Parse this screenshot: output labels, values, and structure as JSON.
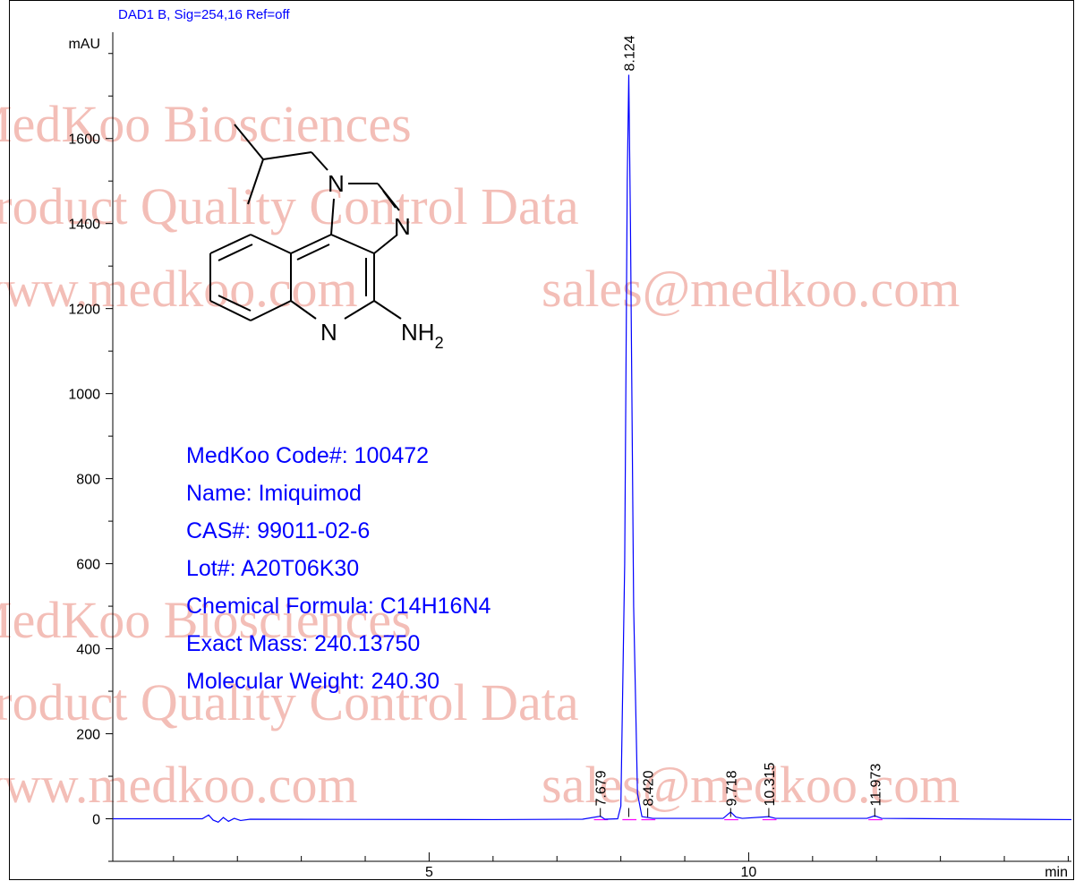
{
  "signal_label": "DAD1 B, Sig=254,16 Ref=off",
  "watermark": [
    "MedKoo Biosciences",
    "Product Quality Control Data",
    "www.medkoo.com",
    "sales@medkoo.com"
  ],
  "info_lines": [
    "MedKoo Code#: 100472",
    "Name: Imiquimod",
    "CAS#: 99011-02-6",
    "Lot#: A20T06K30",
    "Chemical Formula: C14H16N4",
    "Exact Mass: 240.13750",
    "Molecular Weight: 240.30"
  ],
  "structure_atoms": {
    "n1": "N",
    "n3": "N",
    "n5": "N",
    "nh2_base": "NH",
    "nh2_sub": "2"
  },
  "colors": {
    "trace": "#0000ff",
    "baseline": "#ff00ff",
    "axis": "#000000",
    "watermark": "#f0a9a0"
  },
  "chart_data": {
    "type": "line",
    "title": "",
    "xlabel": "min",
    "ylabel": "mAU",
    "xlim": [
      0.05,
      15.05
    ],
    "ylim": [
      -100,
      1850
    ],
    "x_ticks": [
      5,
      10
    ],
    "y_ticks": [
      0,
      200,
      400,
      600,
      800,
      1000,
      1200,
      1400,
      1600
    ],
    "series": [
      {
        "points": [
          [
            0.05,
            0
          ],
          [
            1.45,
            0
          ],
          [
            1.55,
            9
          ],
          [
            1.62,
            -3
          ],
          [
            1.7,
            -8
          ],
          [
            1.78,
            3
          ],
          [
            1.86,
            -6
          ],
          [
            1.95,
            1
          ],
          [
            2.05,
            -4
          ],
          [
            2.2,
            -1
          ],
          [
            6.0,
            -2
          ],
          [
            7.4,
            -1
          ],
          [
            7.68,
            6
          ],
          [
            7.75,
            -1
          ],
          [
            7.95,
            0
          ],
          [
            8.0,
            30
          ],
          [
            8.06,
            600
          ],
          [
            8.1,
            1500
          ],
          [
            8.124,
            1750
          ],
          [
            8.15,
            1400
          ],
          [
            8.2,
            500
          ],
          [
            8.26,
            60
          ],
          [
            8.33,
            5
          ],
          [
            8.42,
            3
          ],
          [
            8.5,
            1
          ],
          [
            9.6,
            1
          ],
          [
            9.718,
            16
          ],
          [
            9.8,
            4
          ],
          [
            9.9,
            1
          ],
          [
            10.315,
            5
          ],
          [
            10.42,
            1
          ],
          [
            11.85,
            1
          ],
          [
            11.973,
            7
          ],
          [
            12.08,
            1
          ],
          [
            15.05,
            -2
          ]
        ]
      }
    ],
    "peaks": [
      {
        "rt": "7.679",
        "x": 7.679
      },
      {
        "rt": "8.124",
        "x": 8.124
      },
      {
        "rt": "8.420",
        "x": 8.42
      },
      {
        "rt": "9.718",
        "x": 9.718
      },
      {
        "rt": "10.315",
        "x": 10.315
      },
      {
        "rt": "11.973",
        "x": 11.973
      }
    ]
  }
}
